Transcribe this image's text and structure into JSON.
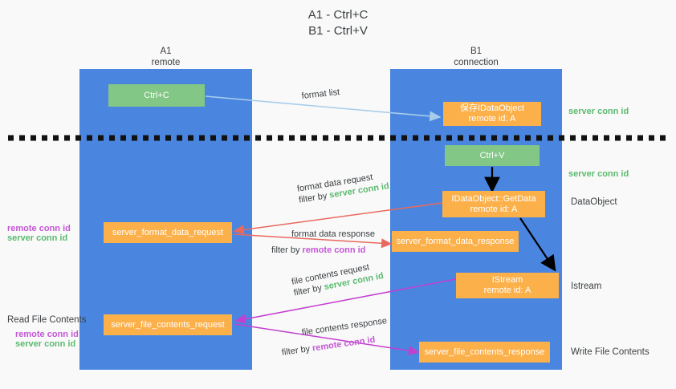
{
  "title": {
    "line1": "A1 - Ctrl+C",
    "line2": "B1 - Ctrl+V"
  },
  "columns": [
    {
      "id": "a1",
      "name": "A1",
      "sub": "remote"
    },
    {
      "id": "b1",
      "name": "B1",
      "sub": "connection"
    }
  ],
  "boxes": {
    "ctrl_c": "Ctrl+C",
    "ctrl_v": "Ctrl+V",
    "save_dataobject_l1": "保存IDataObject",
    "save_dataobject_l2": "remote id: A",
    "getdata_l1": "IDataObject::GetData",
    "getdata_l2": "remote id: A",
    "istream_l1": "IStream",
    "istream_l2": "remote id: A",
    "server_format_data_request": "server_format_data_request",
    "server_format_data_response": "server_format_data_response",
    "server_file_contents_request": "server_file_contents_request",
    "server_file_contents_response": "server_file_contents_response"
  },
  "right_labels": {
    "server_conn_id_1": "server conn id",
    "server_conn_id_2": "server conn id",
    "dataobject": "DataObject",
    "istream": "Istream",
    "write_file_contents": "Write File Contents"
  },
  "left_labels": {
    "remote_conn_id_1": "remote conn id",
    "server_conn_id_1": "server conn id",
    "read_file_contents": "Read File Contents",
    "remote_conn_id_2": "remote conn id",
    "server_conn_id_2": "server conn id"
  },
  "arrow_labels": {
    "format_list": "format list",
    "format_data_request": "format data request",
    "format_data_request_filter_prefix": "filter by",
    "format_data_request_filter_value": "server conn id",
    "format_data_response": "format data response",
    "format_data_response_filter_prefix": "filter by",
    "format_data_response_filter_value": "remote conn id",
    "file_contents_request": "file contents request",
    "file_contents_request_filter_prefix": "filter by",
    "file_contents_request_filter_value": "server conn id",
    "file_contents_response": "file contents response",
    "file_contents_response_filter_prefix": "filter by",
    "file_contents_response_filter_value": "remote conn id"
  },
  "colors": {
    "column": "#4a86e0",
    "green_box": "#82c785",
    "orange_box": "#fcb04a",
    "conn_green": "#5bba6f",
    "conn_purple": "#c457d6",
    "arrow_lightblue": "#a8cdea",
    "arrow_red": "#e8695e",
    "arrow_magenta": "#c33fd0",
    "arrow_black": "#000000",
    "divider": "#111111",
    "background": "#f9f9f9"
  }
}
